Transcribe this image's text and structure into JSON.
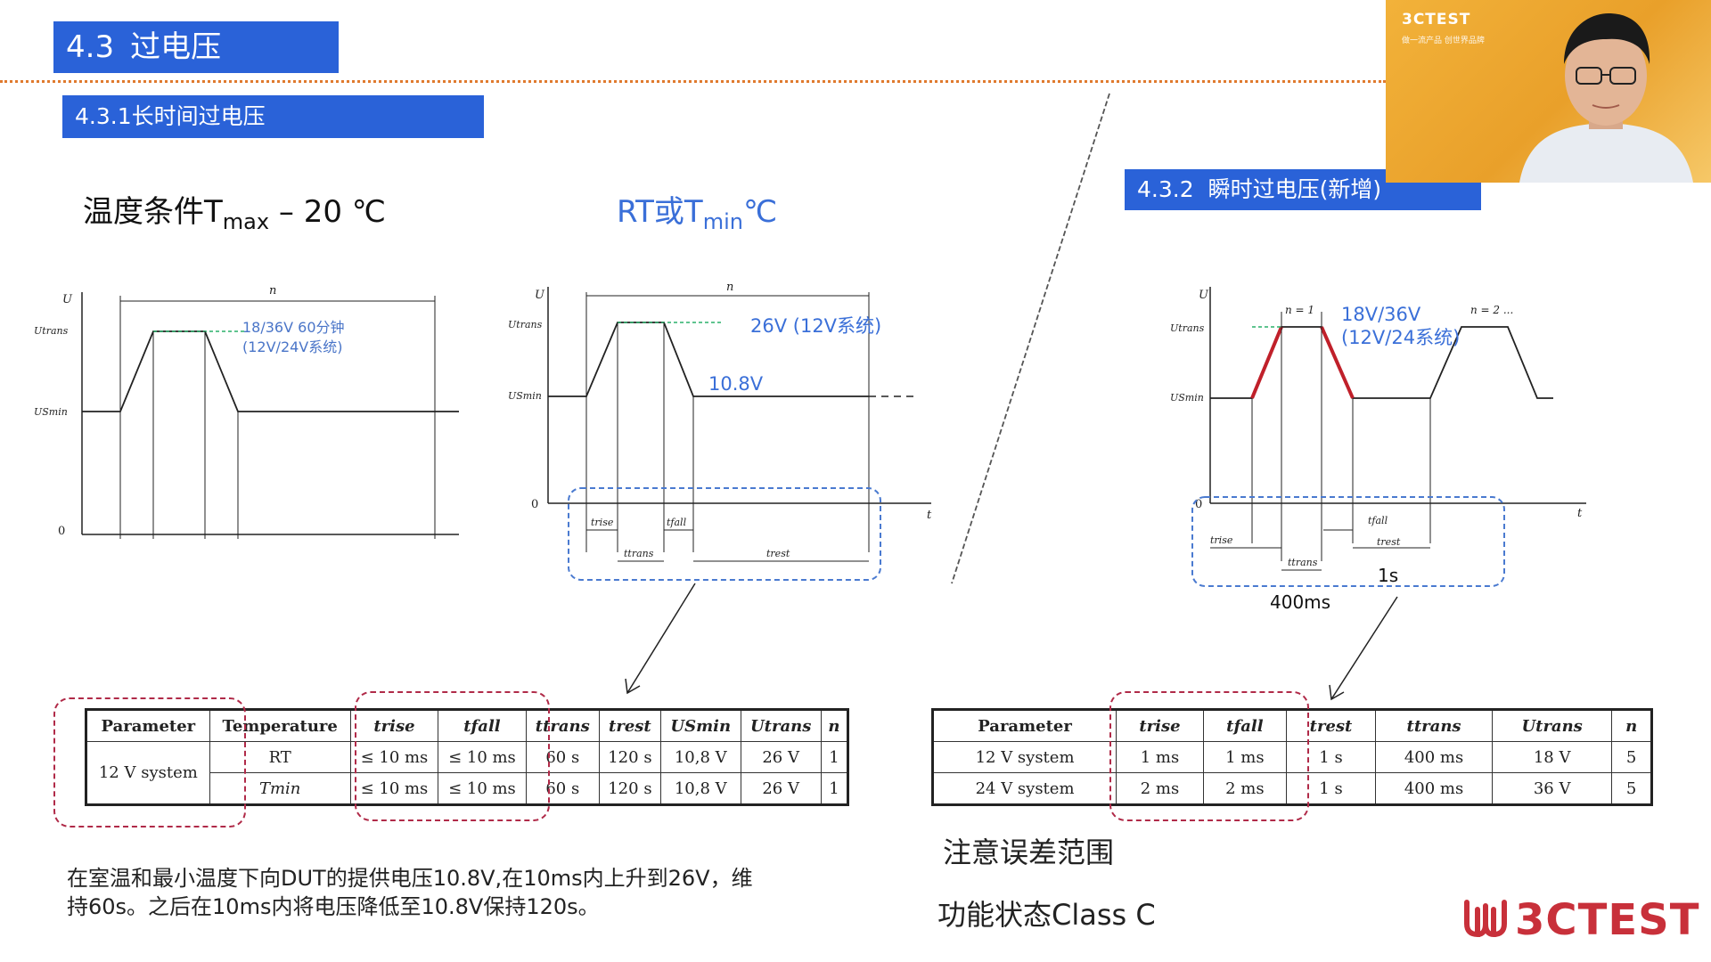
{
  "header": {
    "num": "4.3",
    "title": "过电压"
  },
  "section1": {
    "title": "4.3.1长时间过电压"
  },
  "section2": {
    "num": "4.3.2",
    "title": "瞬时过电压(新增)"
  },
  "conditions": {
    "left": {
      "prefix": "温度条件T",
      "sub": "max",
      "suffix": " – 20 ℃"
    },
    "right": {
      "prefix": "RT或T",
      "sub": "min",
      "suffix": "℃"
    }
  },
  "diagram1": {
    "axis_u": "U",
    "axis_n": "n",
    "zero": "0",
    "u_trans": "Utrans",
    "u_smin": "USmin",
    "label_line1": "18/36V 60分钟",
    "label_line2": "(12V/24V系统)"
  },
  "diagram2": {
    "axis_u": "U",
    "axis_n": "n",
    "axis_t": "t",
    "zero": "0",
    "u_trans": "Utrans",
    "u_smin": "USmin",
    "label_high": "26V (12V系统)",
    "label_low": "10.8V",
    "t_rise": "trise",
    "t_fall": "tfall",
    "t_trans": "ttrans",
    "t_rest": "trest"
  },
  "diagram3": {
    "axis_u": "U",
    "axis_t": "t",
    "zero": "0",
    "u_trans": "Utrans",
    "u_smin": "USmin",
    "n1": "n = 1",
    "n2": "n = 2 ...",
    "label_line1": "18V/36V",
    "label_line2": "(12V/24系统)",
    "t_rise": "trise",
    "t_fall": "tfall",
    "t_trans": "ttrans",
    "t_rest": "trest",
    "note_1s": "1s",
    "note_400ms": "400ms"
  },
  "table1": {
    "headers": [
      "Parameter",
      "Temperature",
      "trise",
      "tfall",
      "ttrans",
      "trest",
      "USmin",
      "Utrans",
      "n"
    ],
    "group": "12 V system",
    "rows": [
      [
        "RT",
        "≤ 10 ms",
        "≤ 10 ms",
        "60 s",
        "120 s",
        "10,8 V",
        "26 V",
        "1"
      ],
      [
        "Tmin",
        "≤ 10 ms",
        "≤ 10 ms",
        "60 s",
        "120 s",
        "10,8 V",
        "26 V",
        "1"
      ]
    ]
  },
  "table2": {
    "headers": [
      "Parameter",
      "trise",
      "tfall",
      "trest",
      "ttrans",
      "Utrans",
      "n"
    ],
    "rows": [
      [
        "12 V system",
        "1 ms",
        "1 ms",
        "1 s",
        "400 ms",
        "18 V",
        "5"
      ],
      [
        "24 V system",
        "2 ms",
        "2 ms",
        "1 s",
        "400 ms",
        "36 V",
        "5"
      ]
    ]
  },
  "description": {
    "line1": "在室温和最小温度下向DUT的提供电压10.8V,在10ms内上升到26V，维",
    "line2": "持60s。之后在10ms内将电压降低至10.8V保持120s。"
  },
  "notes": {
    "error_range": "注意误差范围",
    "function_state": "功能状态Class C"
  },
  "webcam": {
    "logo": "3CTEST",
    "tagline": "做一流产品 创世界品牌"
  },
  "brand": {
    "name": "3CTEST"
  },
  "colors": {
    "header_blue": "#2a62d8",
    "dash_red": "#c8303a",
    "brand_red": "#c8303a",
    "dotted_orange": "#e07a2e"
  }
}
